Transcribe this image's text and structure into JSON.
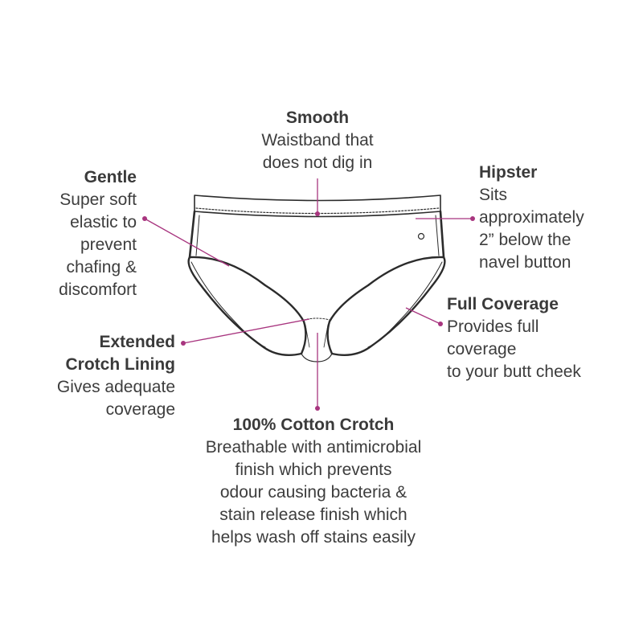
{
  "colors": {
    "accent": "#a8357f",
    "text": "#3d3d3d",
    "outline": "#2b2b2b"
  },
  "callouts": {
    "smooth": {
      "title": "Smooth",
      "lines": [
        "Waistband that",
        "does not dig in"
      ]
    },
    "gentle": {
      "title": "Gentle",
      "lines": [
        "Super soft",
        "elastic to",
        "prevent",
        "chafing &",
        "discomfort"
      ]
    },
    "hipster": {
      "title": "Hipster",
      "lines": [
        "Sits",
        "approximately",
        "2” below the",
        "navel button"
      ]
    },
    "full_coverage": {
      "title": "Full Coverage",
      "lines": [
        "Provides full",
        "coverage",
        "to your butt cheek"
      ]
    },
    "crotch_lining": {
      "title_lines": [
        "Extended",
        "Crotch Lining"
      ],
      "lines": [
        "Gives adequate",
        "coverage"
      ]
    },
    "cotton_crotch": {
      "title": "100% Cotton Crotch",
      "lines": [
        "Breathable with antimicrobial",
        "finish which prevents",
        "odour causing bacteria &",
        "stain release finish which",
        "helps wash off stains easily"
      ]
    }
  }
}
